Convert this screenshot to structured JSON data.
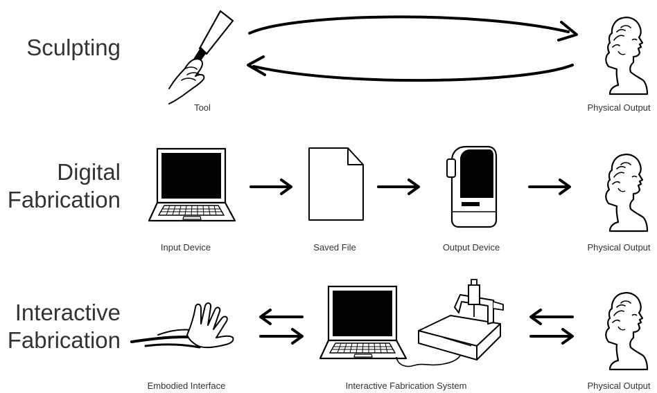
{
  "rows": [
    {
      "title_lines": [
        "Sculpting"
      ],
      "captions": {
        "tool": "Tool",
        "output": "Physical Output"
      }
    },
    {
      "title_lines": [
        "Digital",
        "Fabrication"
      ],
      "captions": {
        "input": "Input Device",
        "file": "Saved File",
        "device": "Output Device",
        "output": "Physical Output"
      }
    },
    {
      "title_lines": [
        "Interactive",
        "Fabrication"
      ],
      "captions": {
        "interface": "Embodied Interface",
        "system": "Interactive Fabrication System",
        "output": "Physical Output"
      }
    }
  ],
  "colors": {
    "ink": "#000000",
    "text": "#333333",
    "background": "#ffffff"
  },
  "icons": [
    "chisel-hand-icon",
    "bust-icon",
    "laptop-icon",
    "document-icon",
    "3d-printer-icon",
    "gesture-hand-icon",
    "milling-machine-icon"
  ]
}
